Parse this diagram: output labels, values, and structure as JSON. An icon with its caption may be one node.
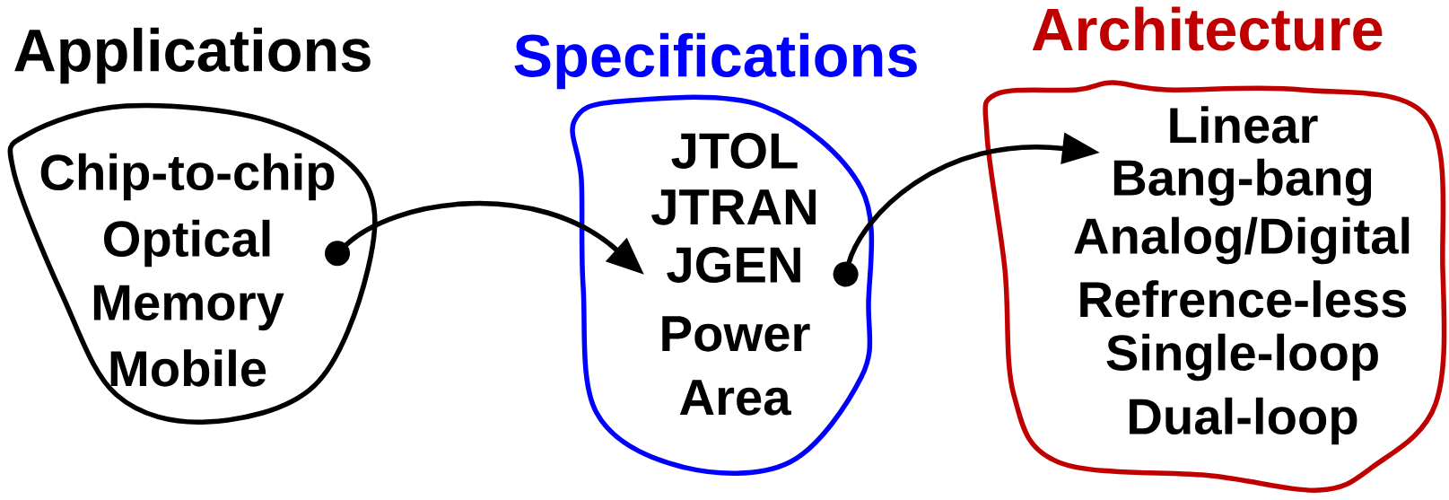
{
  "diagram": {
    "nodes": [
      {
        "text": [
          "Applications",
          "Chip-to-chip",
          "Optical",
          "Memory",
          "Mobile"
        ]
      },
      {
        "text": [
          "Specifications",
          "JTOL",
          "JTRAN",
          "JGEN",
          "Power",
          "Area"
        ]
      },
      {
        "text": [
          "Architecture",
          "Linear",
          "Bang-bang",
          "Analog/Digital",
          "Refrence-less",
          "Single-loop",
          "Dual-loop"
        ]
      }
    ],
    "edges": [
      {
        "from": 0,
        "to": 1,
        "arrow": "to"
      },
      {
        "from": 1,
        "to": 2,
        "arrow": "to"
      }
    ]
  }
}
